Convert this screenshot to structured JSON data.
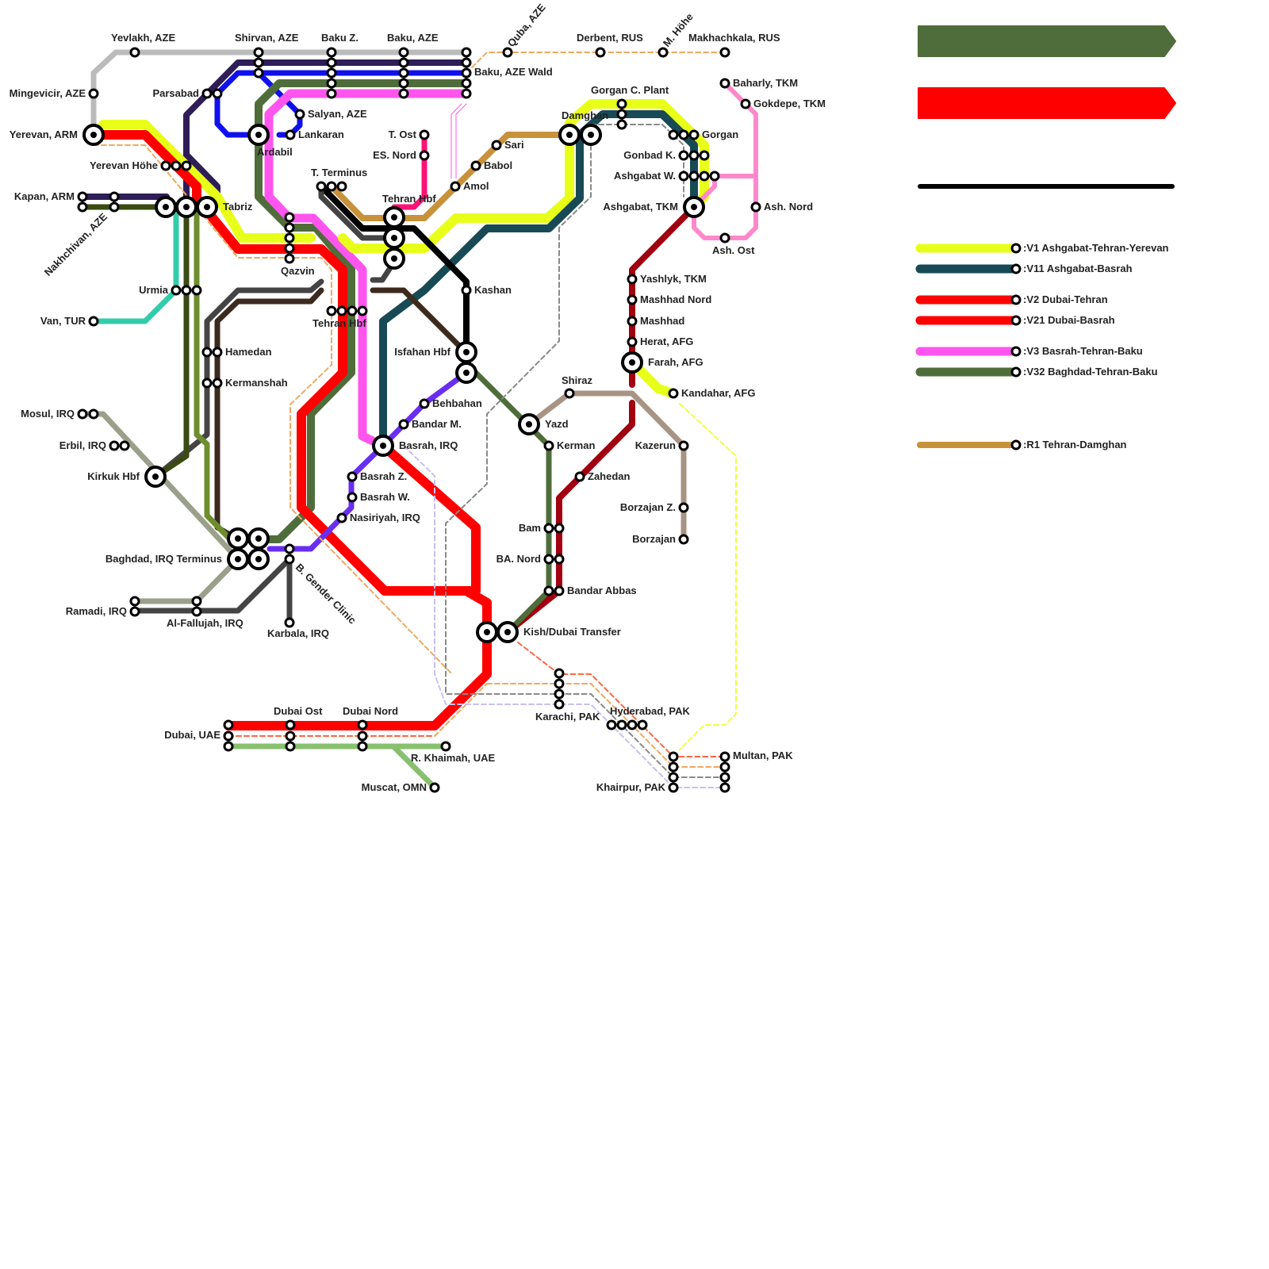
{
  "lines": [
    {
      "id": "gray",
      "color": "#bbbbbb"
    },
    {
      "id": "indigo",
      "color": "#2e1d57"
    },
    {
      "id": "blue",
      "color": "#1010ee"
    },
    {
      "id": "olive_green",
      "color": "#4f6d3a"
    },
    {
      "id": "magenta",
      "color": "#ff55ee"
    },
    {
      "id": "yellow_v1",
      "color": "#e8ff1a"
    },
    {
      "id": "red",
      "color": "#ff0000"
    },
    {
      "id": "teal_v11",
      "color": "#184a55"
    },
    {
      "id": "darkred",
      "color": "#a00010"
    },
    {
      "id": "tan_r1",
      "color": "#c8923a"
    },
    {
      "id": "black",
      "color": "#000000"
    },
    {
      "id": "purple",
      "color": "#6a2ef0"
    },
    {
      "id": "brown",
      "color": "#3c2a1e"
    },
    {
      "id": "charcoal",
      "color": "#444444"
    },
    {
      "id": "darkolive",
      "color": "#3a4a12"
    },
    {
      "id": "lime",
      "color": "#6e8e2e"
    },
    {
      "id": "turquoise",
      "color": "#33ccaa"
    },
    {
      "id": "sage",
      "color": "#9aa08a"
    },
    {
      "id": "khaki",
      "color": "#a89484"
    },
    {
      "id": "pink",
      "color": "#ff88cc"
    },
    {
      "id": "hotpink",
      "color": "#ff1177"
    },
    {
      "id": "lightgreen",
      "color": "#88c070"
    },
    {
      "id": "dashed_orange",
      "color": "#f0a860"
    },
    {
      "id": "dashed_gray",
      "color": "#888888"
    },
    {
      "id": "dashed_lavender",
      "color": "#c8c0f0"
    },
    {
      "id": "dashed_coral",
      "color": "#ff6644"
    },
    {
      "id": "dashed_yellow",
      "color": "#eeff44"
    }
  ],
  "stations": {
    "yerevan": "Yerevan, ARM",
    "yevlakh": "Yevlakh, AZE",
    "mingevicir": "Mingevicir, AZE",
    "shirvan": "Shirvan, AZE",
    "baku_z": "Baku Z.",
    "baku": "Baku, AZE",
    "quba": "Quba, AZE",
    "derbent": "Derbent, RUS",
    "m_hohe": "M. Höhe",
    "makhachkala": "Makhachkala, RUS",
    "baku_wald": "Baku, AZE Wald",
    "parsabad": "Parsabad",
    "salyan": "Salyan, AZE",
    "lankaran": "Lankaran",
    "ardabil": "Ardabil",
    "yerevan_hohe": "Yerevan Höhe",
    "kapan": "Kapan, ARM",
    "nakhchivan": "Nakhchivan, AZE",
    "tabriz": "Tabriz",
    "t_terminus": "T. Terminus",
    "t_ost": "T. Ost",
    "es_nord": "ES. Nord",
    "tehran_hbf_top": "Tehran Hbf",
    "sari": "Sari",
    "babol": "Babol",
    "amol": "Amol",
    "damghan": "Damghan",
    "gorgan_c_plant": "Gorgan C. Plant",
    "gorgan": "Gorgan",
    "gonbad": "Gonbad K.",
    "ashgabat_w": "Ashgabat W.",
    "ashgabat": "Ashgabat, TKM",
    "baharly": "Baharly, TKM",
    "gokdepe": "Gokdepe, TKM",
    "ash_nord": "Ash. Nord",
    "ash_ost": "Ash. Ost",
    "qazvin": "Qazvin",
    "urmia": "Urmia",
    "van": "Van, TUR",
    "tehran_hbf": "Tehran Hbf",
    "kashan": "Kashan",
    "hamedan": "Hamedan",
    "kermanshah": "Kermanshah",
    "isfahan": "Isfahan Hbf",
    "yashlyk": "Yashlyk, TKM",
    "mashhad_nord": "Mashhad Nord",
    "mashhad": "Mashhad",
    "herat": "Herat, AFG",
    "farah": "Farah, AFG",
    "kandahar": "Kandahar, AFG",
    "mosul": "Mosul, IRQ",
    "erbil": "Erbil, IRQ",
    "kirkuk": "Kirkuk Hbf",
    "behbahan": "Behbahan",
    "bandar_m": "Bandar M.",
    "basrah": "Basrah, IRQ",
    "shiraz": "Shiraz",
    "yazd": "Yazd",
    "kerman": "Kerman",
    "kazerun": "Kazerun",
    "zahedan": "Zahedan",
    "basrah_z": "Basrah Z.",
    "basrah_w": "Basrah W.",
    "nasiriyah": "Nasiriyah, IRQ",
    "borzajan_z": "Borzajan Z.",
    "borzajan": "Borzajan",
    "bam": "Bam",
    "ba_nord": "BA. Nord",
    "bandar_abbas": "Bandar Abbas",
    "baghdad": "Baghdad, IRQ Terminus",
    "b_gender": "B. Gender Clinic",
    "ramadi": "Ramadi, IRQ",
    "fallujah": "Al-Fallujah, IRQ",
    "karbala": "Karbala, IRQ",
    "kish": "Kish/Dubai Transfer",
    "karachi": "Karachi, PAK",
    "hyderabad": "Hyderabad, PAK",
    "dubai_ost": "Dubai Ost",
    "dubai_nord": "Dubai Nord",
    "dubai": "Dubai, UAE",
    "r_khaimah": "R. Khaimah, UAE",
    "muscat": "Muscat, OMN",
    "multan": "Multan, PAK",
    "khairpur": "Khairpur, PAK"
  },
  "legend": {
    "items": [
      {
        "label": ":V1 Ashgabat-Tehran-Yerevan",
        "color": "#e8ff1a"
      },
      {
        "label": ":V11 Ashgabat-Basrah",
        "color": "#184a55"
      },
      {
        "label": ":V2 Dubai-Tehran",
        "color": "#ff0000"
      },
      {
        "label": ":V21 Dubai-Basrah",
        "color": "#ff0000"
      },
      {
        "label": ":V3 Basrah-Tehran-Baku",
        "color": "#ff55ee"
      },
      {
        "label": ":V32 Baghdad-Tehran-Baku",
        "color": "#4f6d3a"
      },
      {
        "label": ":R1 Tehran-Damghan",
        "color": "#c8923a"
      }
    ],
    "arrow_colors": [
      "#4f6d3a",
      "#ff0000"
    ],
    "black_bar_color": "#000000"
  }
}
